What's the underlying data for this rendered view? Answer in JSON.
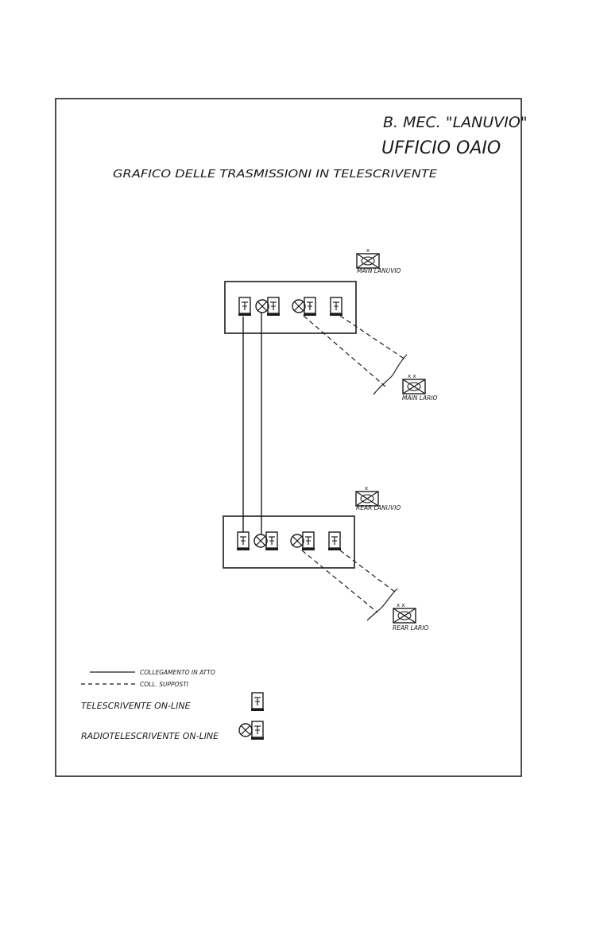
{
  "header": {
    "line1": "B. MEC. \"LANUVIO\"",
    "line2": "UFFICIO OAIO"
  },
  "title": "GRAFICO DELLE TRASMISSIONI IN TELESCRIVENTE",
  "stations": {
    "main_lanuvio": "MAIN LANUVIO",
    "main_lario": "MAIN LARIO",
    "rear_lanuvio": "REAR LANUVIO",
    "rear_lario": "REAR LARIO"
  },
  "legend": {
    "solid": "COLLEGAMENTO IN ATTO",
    "dashed": "COLL. SUPPOSTI",
    "teleprinter": "TELESCRIVENTE ON-LINE",
    "radioteleprinter": "RADIOTELESCRIVENTE ON-LINE"
  },
  "colors": {
    "ink": "#1c1c1c",
    "paper": "#ffffff"
  }
}
